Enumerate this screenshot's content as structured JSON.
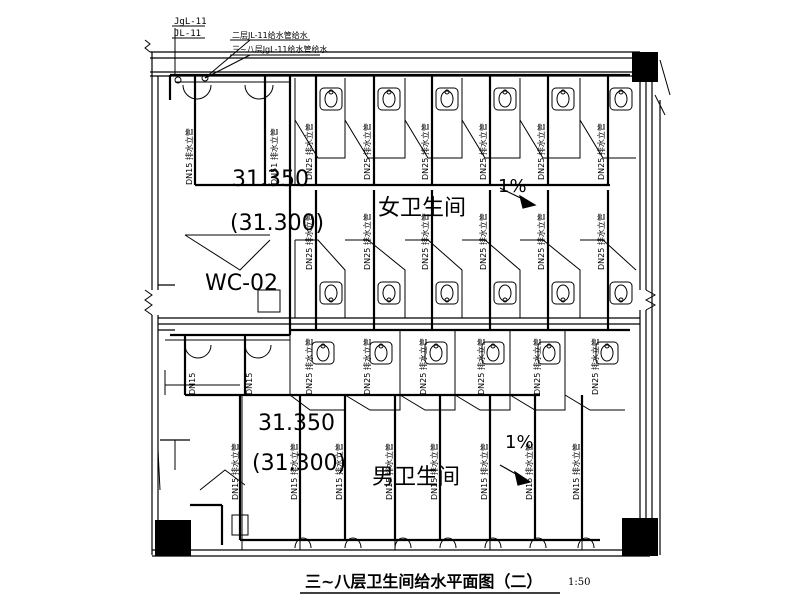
{
  "labels": {
    "riser_jgl": "JgL-11",
    "riser_jl": "JL-11",
    "note_line_1": "二层JL-11给水管给水",
    "note_line_2": "三~八层JgL-11给水管给水",
    "female_room": "女卫生间",
    "male_room": "男卫生间",
    "female_elev": "31.350",
    "female_elev_2": "(31.300)",
    "male_elev": "31.350",
    "male_elev_2": "(31.300)",
    "wc_tag": "WC-02",
    "slope_female": "1%",
    "slope_male": "1%",
    "title": "三~八层卫生间给水平面图（二）",
    "scale": "1:50"
  },
  "pipe_labels": {
    "dn15_drop": "DN15 排水立管",
    "dn25_drop": "DN25 排水立管",
    "dn51_drop": "DN51 排水立管",
    "dn15_short": "DN15"
  }
}
